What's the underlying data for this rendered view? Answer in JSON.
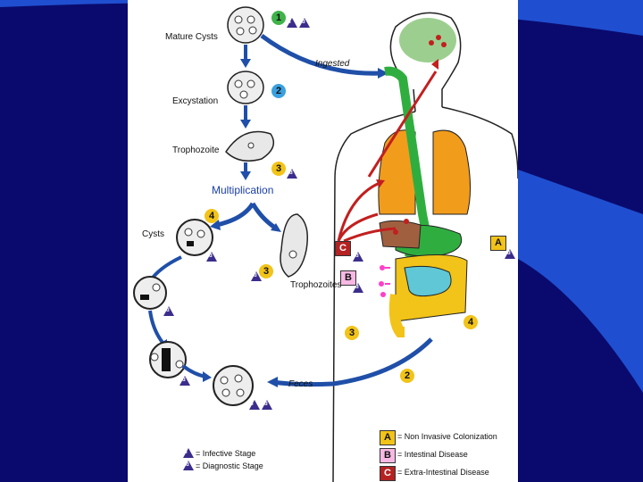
{
  "stages": {
    "mature_cysts": "Mature Cysts",
    "excystation": "Excystation",
    "trophozoite": "Trophozoite",
    "multiplication": "Multiplication",
    "cysts": "Cysts",
    "trophozoites": "Trophozoites",
    "ingested": "Ingested",
    "feces": "Feces"
  },
  "numbers": {
    "one": "1",
    "two": "2",
    "three": "3",
    "four": "4",
    "three_b": "3",
    "body_two": "2",
    "body_three": "3",
    "body_four": "4"
  },
  "markers": {
    "i": "i",
    "d": "d"
  },
  "body_boxes": {
    "a": "A",
    "b": "B",
    "c": "C"
  },
  "legend": {
    "infective": "= Infective Stage",
    "diagnostic": "= Diagnostic Stage",
    "a_text": "= Non Invasive Colonization",
    "b_text": "= Intestinal Disease",
    "c_text": "= Extra-Intestinal Disease"
  },
  "colors": {
    "background": "#0a0a6e",
    "accent_blue": "#1f4fd0",
    "brain": "#9ccf8f",
    "lungs": "#f29c1c",
    "liver": "#a06040",
    "stomach": "#2fae3f",
    "intestine_small": "#5fc7d5",
    "intestine_large": "#f2c318",
    "infection_red": "#c21f1f"
  }
}
